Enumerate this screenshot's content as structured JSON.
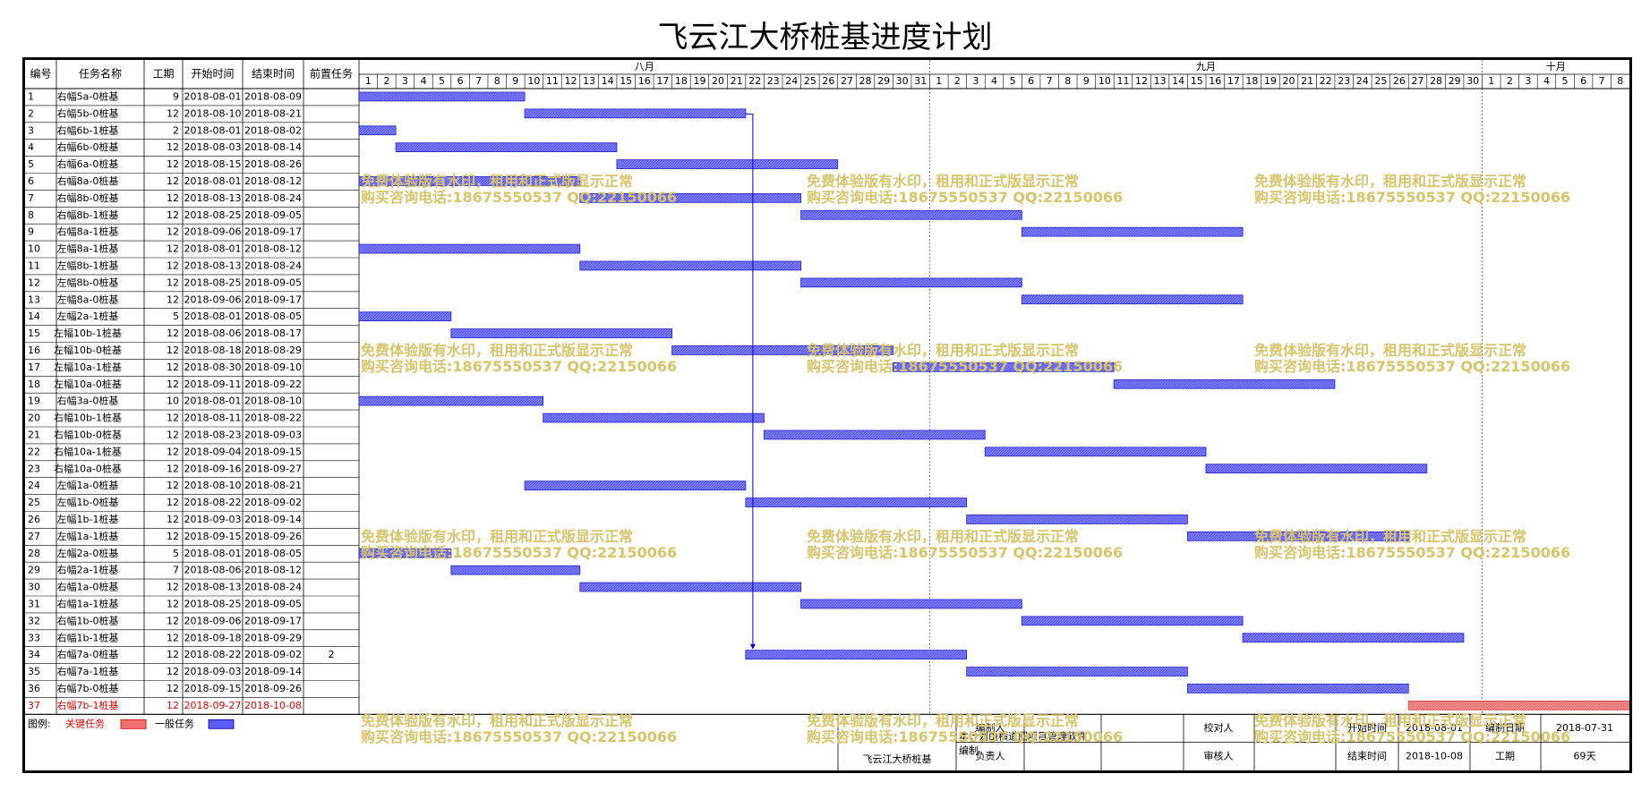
{
  "title": "飞云江大桥桩基进度计划",
  "headers": [
    "编号",
    "任务名称",
    "工期",
    "开始时间",
    "结束时间",
    "前置任务"
  ],
  "months": [
    {
      "label": "八月",
      "start": "2018-08-01",
      "days": 31
    },
    {
      "label": "九月",
      "start": "2018-09-01",
      "days": 30
    },
    {
      "label": "十月",
      "start": "2018-10-01",
      "days": 8
    }
  ],
  "colors": {
    "normal": "#5b5bff",
    "critical": "#f07070",
    "critical_text": "#e00000"
  },
  "chart_data": {
    "type": "gantt",
    "x_range": [
      "2018-08-01",
      "2018-10-08"
    ],
    "tasks": [
      {
        "id": "1",
        "name": "右幅5a-0桩基",
        "duration": "9",
        "start": "2018-08-01",
        "end": "2018-08-09",
        "pred": "",
        "critical": false
      },
      {
        "id": "2",
        "name": "右幅5b-0桩基",
        "duration": "12",
        "start": "2018-08-10",
        "end": "2018-08-21",
        "pred": "",
        "critical": false
      },
      {
        "id": "3",
        "name": "右幅6b-1桩基",
        "duration": "2",
        "start": "2018-08-01",
        "end": "2018-08-02",
        "pred": "",
        "critical": false
      },
      {
        "id": "4",
        "name": "右幅6b-0桩基",
        "duration": "12",
        "start": "2018-08-03",
        "end": "2018-08-14",
        "pred": "",
        "critical": false
      },
      {
        "id": "5",
        "name": "右幅6a-0桩基",
        "duration": "12",
        "start": "2018-08-15",
        "end": "2018-08-26",
        "pred": "",
        "critical": false
      },
      {
        "id": "6",
        "name": "右幅8a-0桩基",
        "duration": "12",
        "start": "2018-08-01",
        "end": "2018-08-12",
        "pred": "",
        "critical": false
      },
      {
        "id": "7",
        "name": "右幅8b-0桩基",
        "duration": "12",
        "start": "2018-08-13",
        "end": "2018-08-24",
        "pred": "",
        "critical": false
      },
      {
        "id": "8",
        "name": "右幅8b-1桩基",
        "duration": "12",
        "start": "2018-08-25",
        "end": "2018-09-05",
        "pred": "",
        "critical": false
      },
      {
        "id": "9",
        "name": "右幅8a-1桩基",
        "duration": "12",
        "start": "2018-09-06",
        "end": "2018-09-17",
        "pred": "",
        "critical": false
      },
      {
        "id": "10",
        "name": "左幅8a-1桩基",
        "duration": "12",
        "start": "2018-08-01",
        "end": "2018-08-12",
        "pred": "",
        "critical": false
      },
      {
        "id": "11",
        "name": "左幅8b-1桩基",
        "duration": "12",
        "start": "2018-08-13",
        "end": "2018-08-24",
        "pred": "",
        "critical": false
      },
      {
        "id": "12",
        "name": "左幅8b-0桩基",
        "duration": "12",
        "start": "2018-08-25",
        "end": "2018-09-05",
        "pred": "",
        "critical": false
      },
      {
        "id": "13",
        "name": "左幅8a-0桩基",
        "duration": "12",
        "start": "2018-09-06",
        "end": "2018-09-17",
        "pred": "",
        "critical": false
      },
      {
        "id": "14",
        "name": "左幅2a-1桩基",
        "duration": "5",
        "start": "2018-08-01",
        "end": "2018-08-05",
        "pred": "",
        "critical": false
      },
      {
        "id": "15",
        "name": "左幅10b-1桩基",
        "duration": "12",
        "start": "2018-08-06",
        "end": "2018-08-17",
        "pred": "",
        "critical": false
      },
      {
        "id": "16",
        "name": "左幅10b-0桩基",
        "duration": "12",
        "start": "2018-08-18",
        "end": "2018-08-29",
        "pred": "",
        "critical": false
      },
      {
        "id": "17",
        "name": "左幅10a-1桩基",
        "duration": "12",
        "start": "2018-08-30",
        "end": "2018-09-10",
        "pred": "",
        "critical": false
      },
      {
        "id": "18",
        "name": "左幅10a-0桩基",
        "duration": "12",
        "start": "2018-09-11",
        "end": "2018-09-22",
        "pred": "",
        "critical": false
      },
      {
        "id": "19",
        "name": "右幅3a-0桩基",
        "duration": "10",
        "start": "2018-08-01",
        "end": "2018-08-10",
        "pred": "",
        "critical": false
      },
      {
        "id": "20",
        "name": "右幅10b-1桩基",
        "duration": "12",
        "start": "2018-08-11",
        "end": "2018-08-22",
        "pred": "",
        "critical": false
      },
      {
        "id": "21",
        "name": "右幅10b-0桩基",
        "duration": "12",
        "start": "2018-08-23",
        "end": "2018-09-03",
        "pred": "",
        "critical": false
      },
      {
        "id": "22",
        "name": "右幅10a-1桩基",
        "duration": "12",
        "start": "2018-09-04",
        "end": "2018-09-15",
        "pred": "",
        "critical": false
      },
      {
        "id": "23",
        "name": "右幅10a-0桩基",
        "duration": "12",
        "start": "2018-09-16",
        "end": "2018-09-27",
        "pred": "",
        "critical": false
      },
      {
        "id": "24",
        "name": "左幅1a-0桩基",
        "duration": "12",
        "start": "2018-08-10",
        "end": "2018-08-21",
        "pred": "",
        "critical": false
      },
      {
        "id": "25",
        "name": "左幅1b-0桩基",
        "duration": "12",
        "start": "2018-08-22",
        "end": "2018-09-02",
        "pred": "",
        "critical": false
      },
      {
        "id": "26",
        "name": "左幅1b-1桩基",
        "duration": "12",
        "start": "2018-09-03",
        "end": "2018-09-14",
        "pred": "",
        "critical": false
      },
      {
        "id": "27",
        "name": "左幅1a-1桩基",
        "duration": "12",
        "start": "2018-09-15",
        "end": "2018-09-26",
        "pred": "",
        "critical": false
      },
      {
        "id": "28",
        "name": "左幅2a-0桩基",
        "duration": "5",
        "start": "2018-08-01",
        "end": "2018-08-05",
        "pred": "",
        "critical": false
      },
      {
        "id": "29",
        "name": "右幅2a-1桩基",
        "duration": "7",
        "start": "2018-08-06",
        "end": "2018-08-12",
        "pred": "",
        "critical": false
      },
      {
        "id": "30",
        "name": "右幅1a-0桩基",
        "duration": "12",
        "start": "2018-08-13",
        "end": "2018-08-24",
        "pred": "",
        "critical": false
      },
      {
        "id": "31",
        "name": "右幅1a-1桩基",
        "duration": "12",
        "start": "2018-08-25",
        "end": "2018-09-05",
        "pred": "",
        "critical": false
      },
      {
        "id": "32",
        "name": "右幅1b-0桩基",
        "duration": "12",
        "start": "2018-09-06",
        "end": "2018-09-17",
        "pred": "",
        "critical": false
      },
      {
        "id": "33",
        "name": "右幅1b-1桩基",
        "duration": "12",
        "start": "2018-09-18",
        "end": "2018-09-29",
        "pred": "",
        "critical": false
      },
      {
        "id": "34",
        "name": "右幅7a-0桩基",
        "duration": "12",
        "start": "2018-08-22",
        "end": "2018-09-02",
        "pred": "2",
        "critical": false
      },
      {
        "id": "35",
        "name": "右幅7a-1桩基",
        "duration": "12",
        "start": "2018-09-03",
        "end": "2018-09-14",
        "pred": "",
        "critical": false
      },
      {
        "id": "36",
        "name": "右幅7b-0桩基",
        "duration": "12",
        "start": "2018-09-15",
        "end": "2018-09-26",
        "pred": "",
        "critical": false
      },
      {
        "id": "37",
        "name": "右幅7b-1桩基",
        "duration": "12",
        "start": "2018-09-27",
        "end": "2018-10-08",
        "pred": "",
        "critical": true
      }
    ]
  },
  "legend": {
    "label": "图例:",
    "critical": "关键任务",
    "normal": "一般任务"
  },
  "footer": {
    "project": "飞云江大桥桩基",
    "software_line1": "本计划由横道图项目管理软件",
    "software_line2": "编制",
    "editor_label": "编制人",
    "checker_label": "校对人",
    "owner_label": "负责人",
    "reviewer_label": "审核人",
    "start_label": "开始时间",
    "start_value": "2018-08-01",
    "end_label": "结束时间",
    "end_value": "2018-10-08",
    "made_label": "编制日期",
    "made_value": "2018-07-31",
    "duration_label": "工期",
    "duration_value": "69天"
  },
  "watermark": {
    "line1": "免费体验版有水印，租用和正式版显示正常",
    "line2": "购买咨询电话:18675550537 QQ:22150066"
  }
}
